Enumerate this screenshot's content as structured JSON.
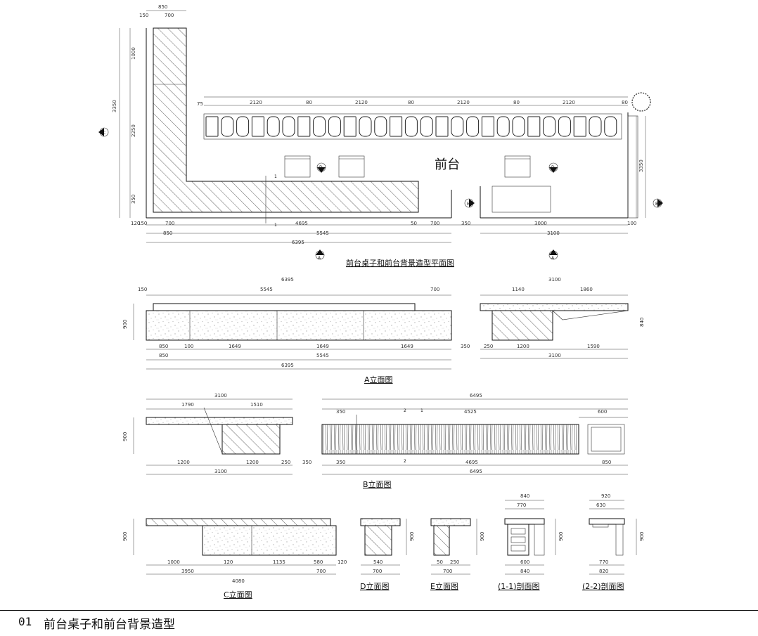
{
  "labels": {
    "front_desk": "前台",
    "plan_title": "前台桌子和前台背景造型平面图",
    "elev_a": "A立面图",
    "elev_b": "B立面图",
    "elev_c": "C立面图",
    "elev_d": "D立面图",
    "elev_e": "E立面图",
    "sec_1": "(1-1)剖面图",
    "sec_2": "(2-2)剖面图",
    "marker_a": "A",
    "marker_b": "B",
    "marker_c": "C",
    "marker_d": "D",
    "marker_e": "E",
    "cut_1": "1",
    "cut_2": "2"
  },
  "dims": {
    "d150": "150",
    "d700": "700",
    "d850": "850",
    "d1000": "1000",
    "d3350": "3350",
    "d2250": "2250",
    "d350": "350",
    "d75": "75",
    "d2120": "2120",
    "d80": "80",
    "d120": "120",
    "d4695": "4695",
    "d5545": "5545",
    "d50": "50",
    "d3000": "3000",
    "d3100": "3100",
    "d6395": "6395",
    "d1649": "1649",
    "d100": "100",
    "d1140": "1140",
    "d1860": "1860",
    "d1200": "1200",
    "d1590": "1590",
    "d250": "250",
    "d840": "840",
    "d900": "900",
    "d1790": "1790",
    "d1510": "1510",
    "d6495": "6495",
    "d4525": "4525",
    "d600": "600",
    "d1000b": "1000",
    "d1135": "1135",
    "d580": "580",
    "d4080": "4080",
    "d3950": "3950",
    "d540": "540",
    "d770": "770",
    "d820": "820",
    "d630": "630",
    "d600b": "600",
    "d920": "920"
  },
  "footer": {
    "sheet_no": "01",
    "sheet_title": "前台桌子和前台背景造型"
  }
}
